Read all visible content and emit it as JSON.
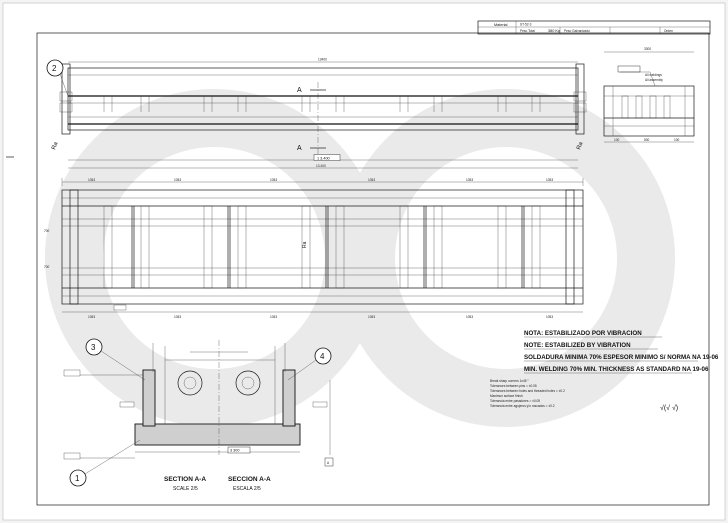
{
  "title_block": {
    "material_label": "Material",
    "material_value": "ST-52-3",
    "weight_label": "Peso Total",
    "weight_value": "380 Kg",
    "treatment_label": "Peso Galvanizado",
    "order_label": "Orden"
  },
  "balloons": {
    "b1": "1",
    "b2": "2",
    "b3": "3",
    "b4": "4"
  },
  "section_marks": {
    "top": "A",
    "bottom": "A"
  },
  "dimensions": {
    "overall_length": "1 3.400",
    "overall_length_secondary": "13.400",
    "width_label": "70",
    "section_width": "3 300",
    "plan_length": "13.400"
  },
  "section_titles": {
    "en": "SECTION A-A",
    "en_scale": "SCALE 2/5",
    "es": "SECCION A-A",
    "es_scale": "ESCALA 2/5"
  },
  "notes": [
    "NOTA: ESTABILIZADO POR VIBRACION",
    "NOTE: ESTABILIZED BY VIBRATION",
    "SOLDADURA MINIMA 70% ESPESOR MINIMO S/ NORMA NA 19-06",
    "MIN. WELDING 70% MIN. THICKNESS AS STANDARD NA 19-06"
  ],
  "small_notes": [
    "Break sharp corners 1x45 °",
    "Tolerances between pins = ±0.05",
    "Tolerances between holes and threaded holes = ±0.2",
    "Maximun surface finish",
    "Tolerancia entre pasadores = ±0.05",
    "Tolerancia entre agujeros y/o roscados = ±0.2"
  ],
  "surface_symbols": "√(√ √)"
}
